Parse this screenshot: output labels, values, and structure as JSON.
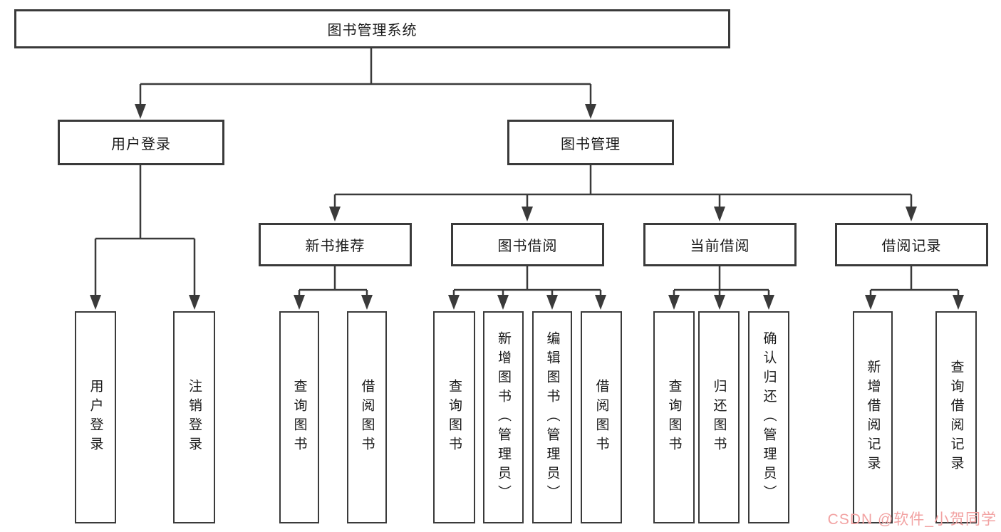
{
  "diagram": {
    "root": {
      "label": "图书管理系统"
    },
    "level2": [
      {
        "label": "用户登录"
      },
      {
        "label": "图书管理"
      }
    ],
    "level3": [
      {
        "label": "新书推荐"
      },
      {
        "label": "图书借阅"
      },
      {
        "label": "当前借阅"
      },
      {
        "label": "借阅记录"
      }
    ],
    "leaves": {
      "user_login": [
        "用户登录",
        "注销登录"
      ],
      "new_book": [
        "查询图书",
        "借阅图书"
      ],
      "book_borrow": [
        "查询图书",
        "新增图书（管理员）",
        "编辑图书（管理员）",
        "借阅图书"
      ],
      "current_borrow": [
        "查询图书",
        "归还图书",
        "确认归还（管理员）"
      ],
      "borrow_record": [
        "新增借阅记录",
        "查询借阅记录"
      ]
    },
    "watermark": {
      "text": "CSDN @软件_小贺同学",
      "color": "#f2a2a2"
    },
    "colors": {
      "line": "#3a3a3a",
      "text": "#1a1a1a",
      "background": "#ffffff"
    }
  }
}
